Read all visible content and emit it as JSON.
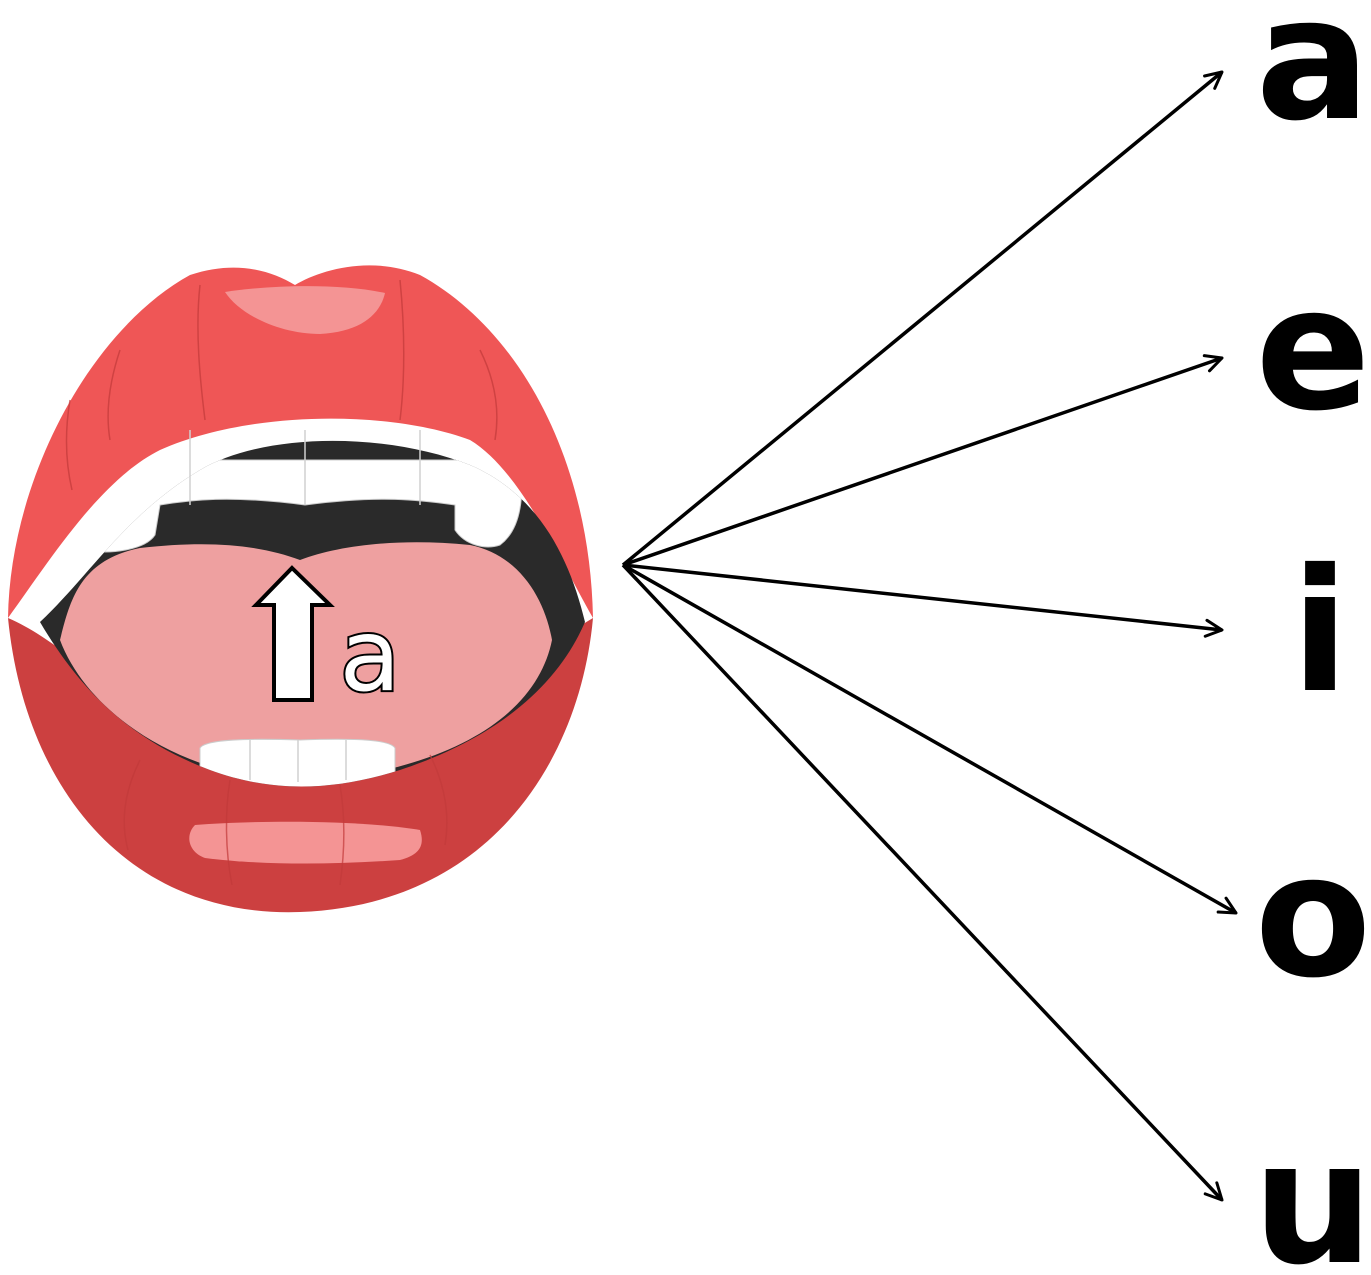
{
  "mouth": {
    "tongue_letter": "a",
    "colors": {
      "upper_lip": "#ef5656",
      "lower_lip": "#cc4040",
      "lip_highlight": "#f49494",
      "mouth_interior": "#2a2a2a",
      "tongue": "#eea0a0",
      "teeth": "#ffffff"
    }
  },
  "vowels": [
    {
      "letter": "a"
    },
    {
      "letter": "e"
    },
    {
      "letter": "i"
    },
    {
      "letter": "o"
    },
    {
      "letter": "u"
    }
  ],
  "colors": {
    "arrow": "#000000",
    "text": "#000000"
  }
}
